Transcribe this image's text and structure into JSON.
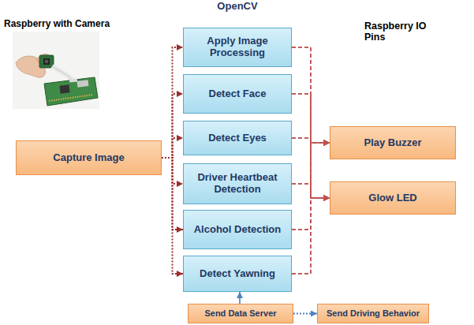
{
  "diagram": {
    "title": "OpenCV",
    "nodes": [
      {
        "text": [
          "Capture Image"
        ]
      },
      {
        "text": [
          "Apply Image Processing"
        ]
      },
      {
        "text": [
          "Detect Face"
        ]
      },
      {
        "text": [
          "Detect Eyes"
        ]
      },
      {
        "text": [
          "Driver Heartbeat Detection"
        ]
      },
      {
        "text": [
          "Alcohol Detection"
        ]
      },
      {
        "text": [
          "Detect Yawning"
        ]
      },
      {
        "text": [
          "Play Buzzer"
        ]
      },
      {
        "text": [
          "Glow LED"
        ]
      },
      {
        "text": [
          "Send Data Server"
        ]
      },
      {
        "text": [
          "Send Driving Behavior"
        ]
      }
    ],
    "edges": [
      {
        "from": 0,
        "to": 1,
        "arrow": "to"
      },
      {
        "from": 0,
        "to": 2,
        "arrow": "to"
      },
      {
        "from": 0,
        "to": 3,
        "arrow": "to"
      },
      {
        "from": 0,
        "to": 4,
        "arrow": "to"
      },
      {
        "from": 0,
        "to": 5,
        "arrow": "to"
      },
      {
        "from": 0,
        "to": 6,
        "arrow": "to"
      },
      {
        "from": 1,
        "to": 7,
        "arrow": "to"
      },
      {
        "from": 2,
        "to": 7,
        "arrow": "to"
      },
      {
        "from": 3,
        "to": 7,
        "arrow": "to"
      },
      {
        "from": 4,
        "to": 7,
        "arrow": "to"
      },
      {
        "from": 5,
        "to": 7,
        "arrow": "to"
      },
      {
        "from": 6,
        "to": 7,
        "arrow": "to"
      },
      {
        "from": 1,
        "to": 8,
        "arrow": "to"
      },
      {
        "from": 2,
        "to": 8,
        "arrow": "to"
      },
      {
        "from": 3,
        "to": 8,
        "arrow": "to"
      },
      {
        "from": 4,
        "to": 8,
        "arrow": "to"
      },
      {
        "from": 5,
        "to": 8,
        "arrow": "to"
      },
      {
        "from": 6,
        "to": 8,
        "arrow": "to"
      },
      {
        "from": 9,
        "to": 6,
        "arrow": "to"
      },
      {
        "from": 9,
        "to": 10,
        "arrow": "to"
      }
    ],
    "labels": [
      "Raspberry with Camera",
      "Raspberry IO Pins"
    ]
  }
}
